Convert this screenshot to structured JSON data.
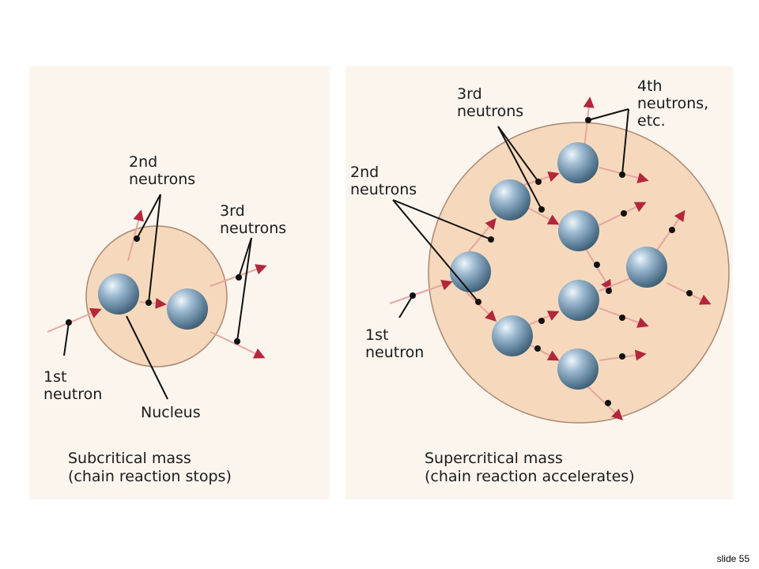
{
  "subcritical": {
    "labels": {
      "second_neutrons": [
        "2nd",
        "neutrons"
      ],
      "third_neutrons": [
        "3rd",
        "neutrons"
      ],
      "first_neutron": [
        "1st",
        "neutron"
      ],
      "nucleus": "Nucleus"
    },
    "caption": [
      "Subcritical mass",
      "(chain reaction stops)"
    ]
  },
  "supercritical": {
    "labels": {
      "third_neutrons": [
        "3rd",
        "neutrons"
      ],
      "fourth_neutrons": [
        "4th",
        "neutrons,",
        "etc."
      ],
      "second_neutrons": [
        "2nd",
        "neutrons"
      ],
      "first_neutron": [
        "1st",
        "neutron"
      ]
    },
    "caption": [
      "Supercritical mass",
      "(chain reaction accelerates)"
    ]
  },
  "slide_number": "slide 55",
  "colors": {
    "mass": "#f6d9bc",
    "mass_edge": "#a88872",
    "nucleus": "#6f93ad",
    "arrow": "#b3263b",
    "neutron": "#111111"
  }
}
